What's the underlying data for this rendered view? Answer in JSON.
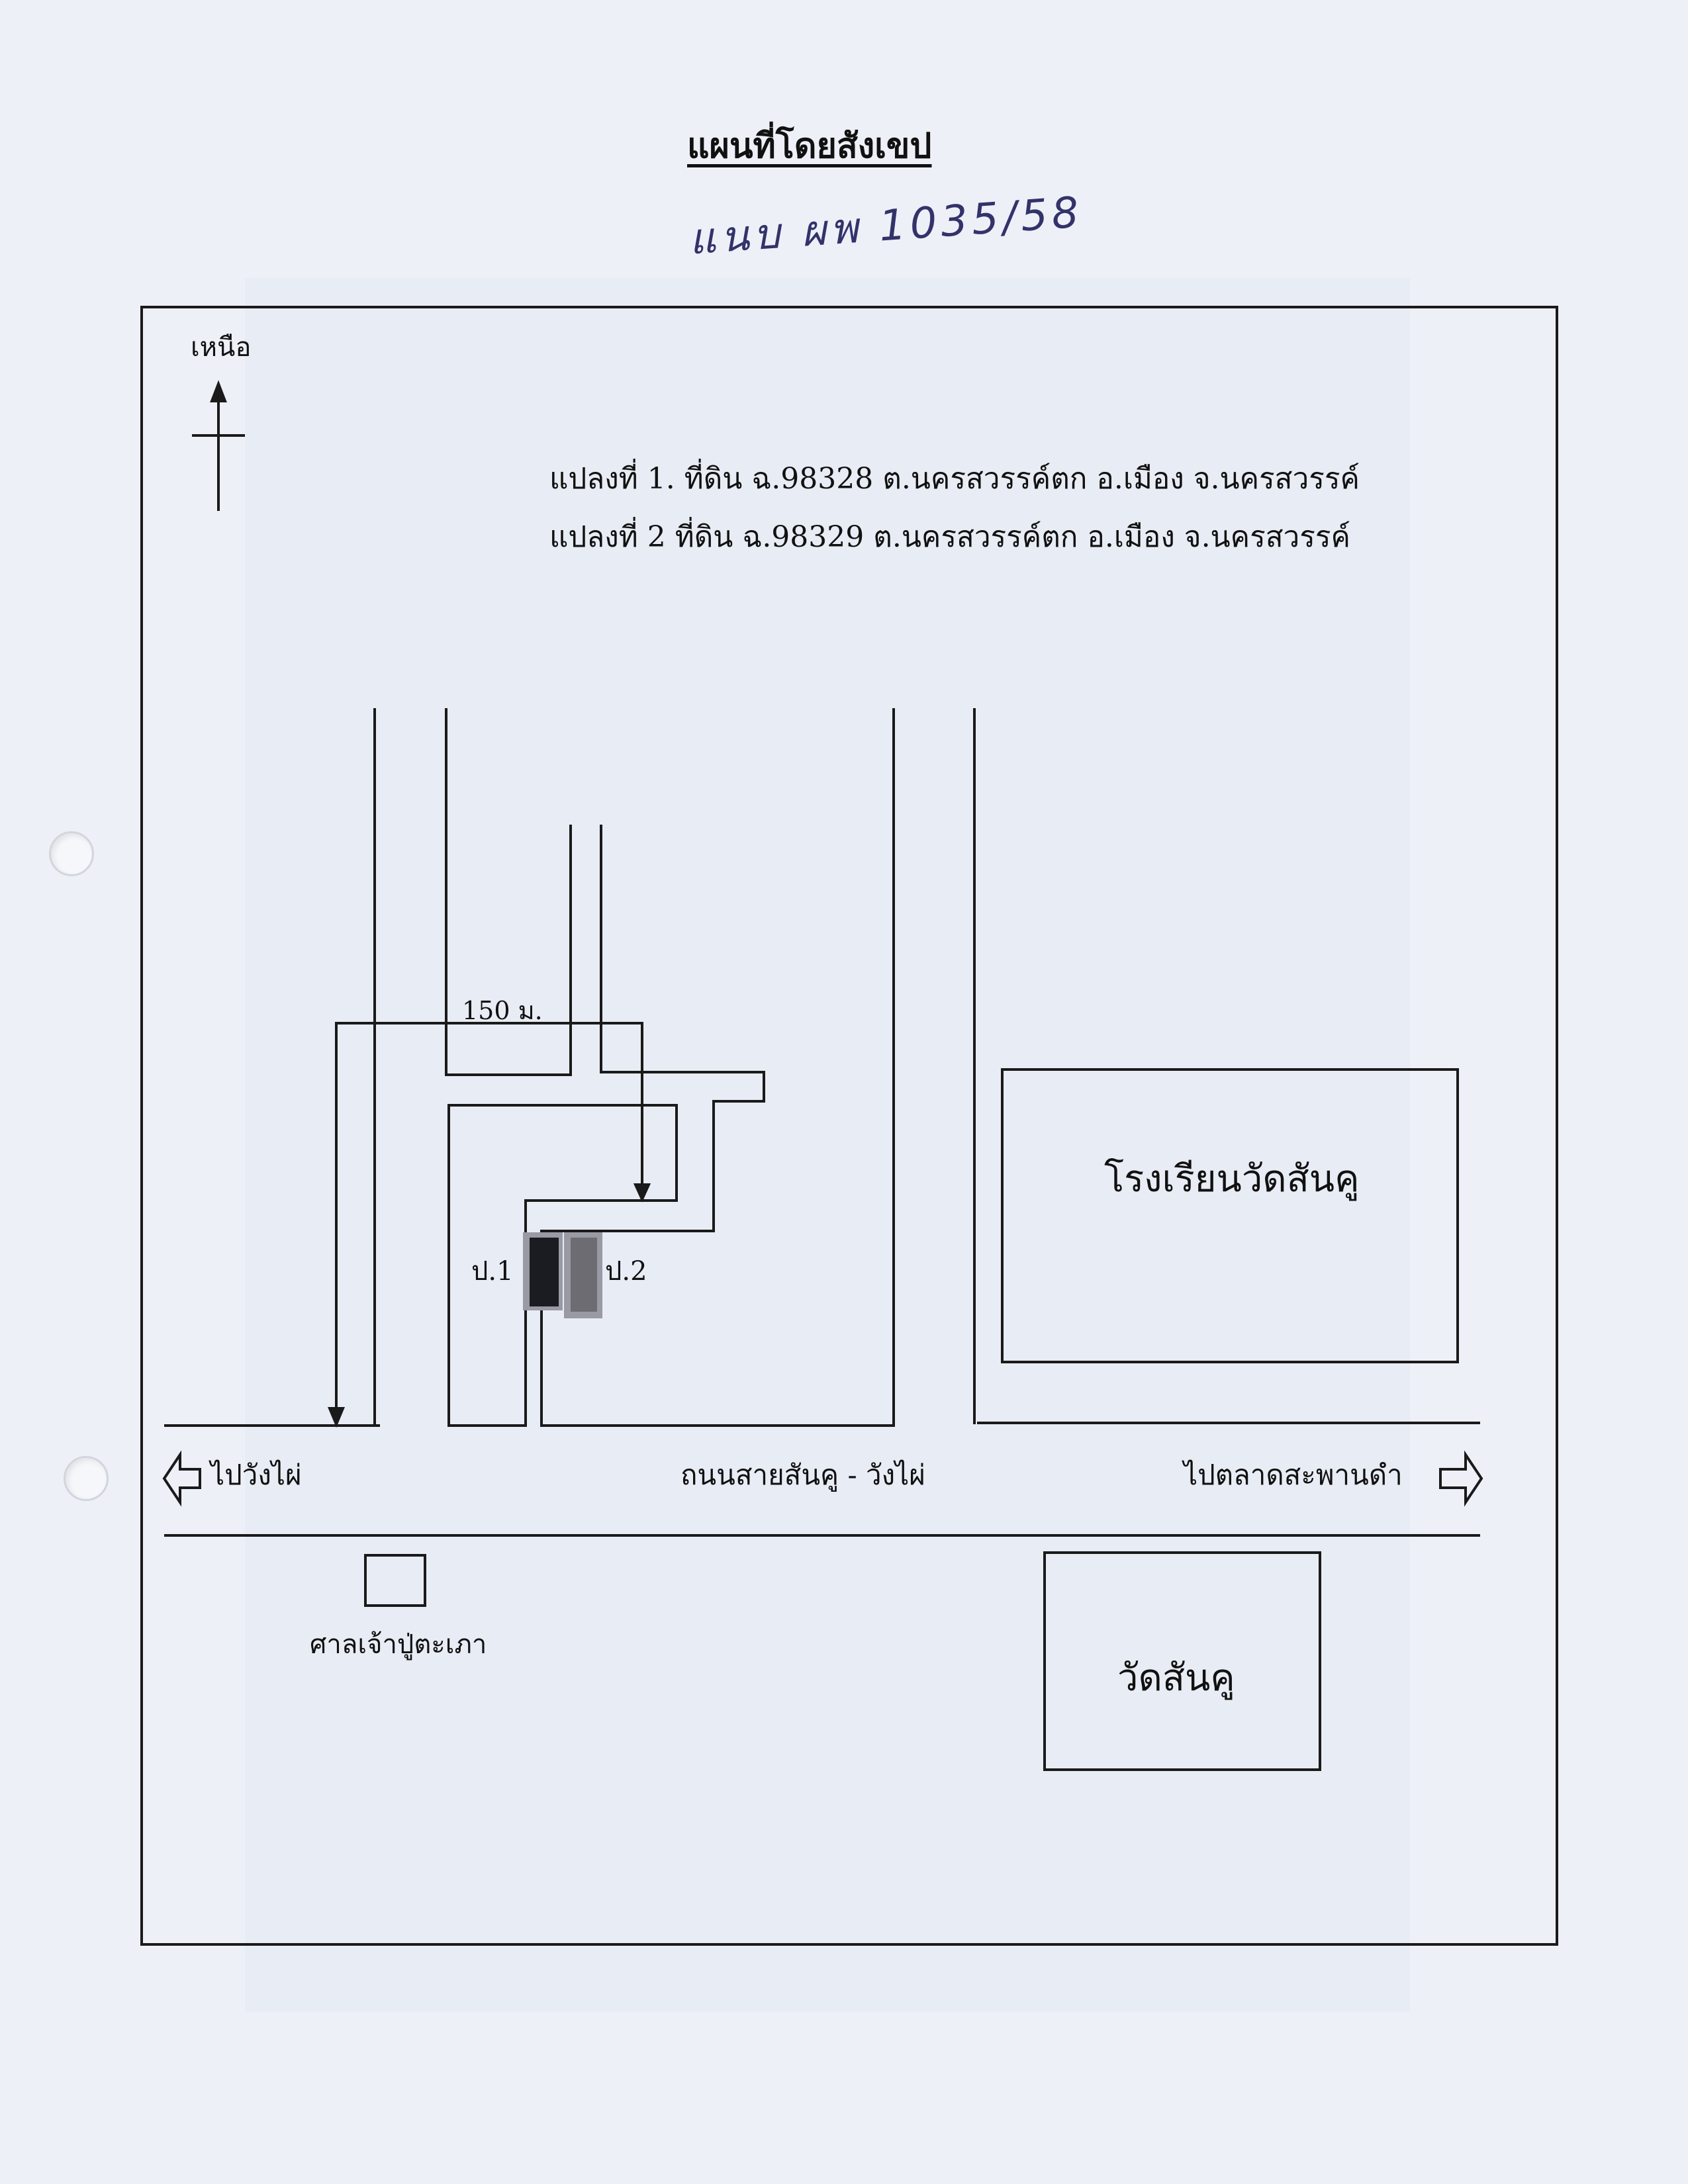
{
  "document": {
    "title": "แผนที่โดยสังเขป",
    "handwritten_note": "แนบ ผพ 1035/58"
  },
  "map": {
    "north_label": "เหนือ",
    "parcels": [
      "แปลงที่ 1. ที่ดิน ฉ.98328 ต.นครสวรรค์ตก อ.เมือง จ.นครสวรรค์",
      "แปลงที่ 2  ที่ดิน ฉ.98329 ต.นครสวรรค์ตก อ.เมือง จ.นครสวรรค์"
    ],
    "distance_label": "150 ม.",
    "parcel_marker_1": "ป.1",
    "parcel_marker_2": "ป.2",
    "school_label": "โรงเรียนวัดสันคู",
    "temple_label": "วัดสันคู",
    "road_label": "ถนนสายสันคู  -  วังไผ่",
    "west_direction": "ไปวังไผ่",
    "east_direction": "ไปตลาดสะพานดำ",
    "shrine_label": "ศาลเจ้าปู่ตะเภา"
  },
  "colors": {
    "line": "#1a1a1a",
    "parcel_1": "#1b1b22",
    "parcel_2": "#6c6c72",
    "parcel_outline": "#9a9aa4",
    "handwriting": "#33336a"
  },
  "icons": {
    "north_arrow": "north-arrow-icon",
    "west_arrow": "arrow-left-icon",
    "east_arrow": "arrow-right-icon"
  }
}
